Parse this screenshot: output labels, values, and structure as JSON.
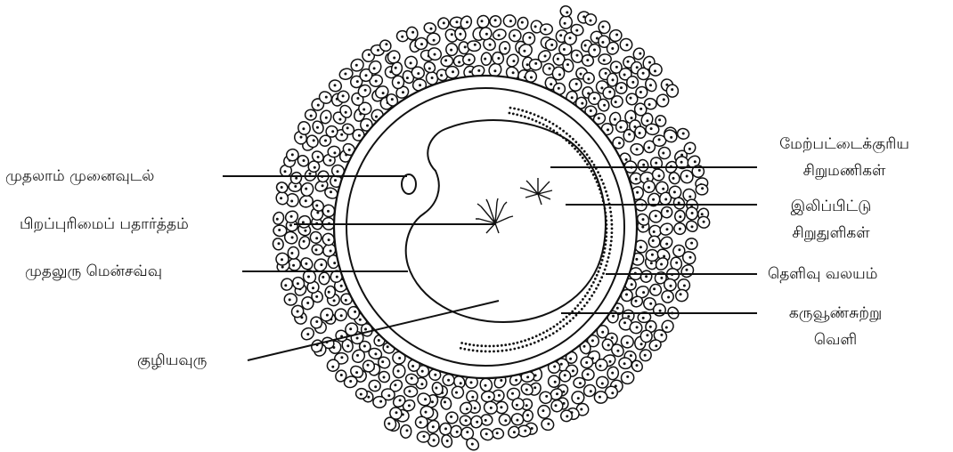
{
  "labels": {
    "primary_polar_body": "முதலாம் முனைவுடல்",
    "germinal_material": "பிறப்புரிமைப் பதார்த்தம்",
    "vitelline_membrane": "முதலுரு மென்சவ்வு",
    "cytoplasm": "குழியவுரு",
    "cortical_granules_1": "மேற்பட்டைக்குரிய",
    "cortical_granules_2": "சிறுமணிகள்",
    "lipid_droplets_1": "இலிப்பிட்டு",
    "lipid_droplets_2": "சிறுதுளிகள்",
    "zona_pellucida": "தெளிவு வலயம்",
    "perivitelline_space_1": "கருவூண்சுற்று",
    "perivitelline_space_2": "வெளி"
  },
  "colors": {
    "stroke": "#111111",
    "background": "#ffffff"
  }
}
